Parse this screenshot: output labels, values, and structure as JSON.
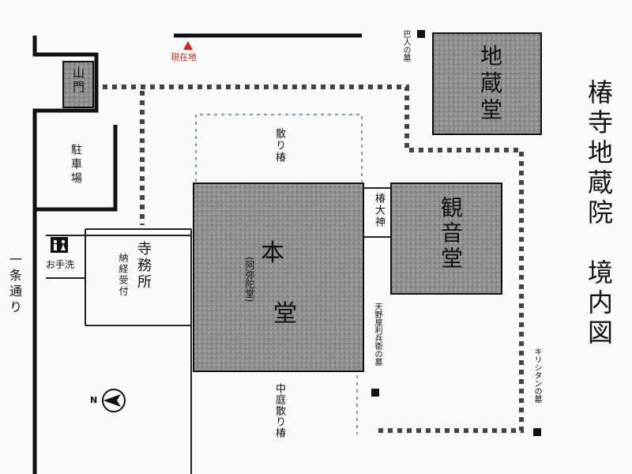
{
  "title": "椿寺地蔵院　境内図",
  "current_location": "現在地",
  "buildings": {
    "sanmon": "山門",
    "jizodo": "地蔵堂",
    "kannondo": "観音堂",
    "hondo": "本堂",
    "hondo_sub": "(阿弥陀堂)",
    "tsubaki_okami": "椿大神",
    "jimusho": "寺務所",
    "jimusho_sub": "納経受付"
  },
  "places": {
    "parking": "駐車場",
    "street": "一条通り",
    "restroom": "お手洗",
    "chiri_tsubaki": "散り椿",
    "nakaniwa": "中庭散り椿"
  },
  "graves": {
    "tomoe": "巴人の墓",
    "amano": "天野屋利兵衛の墓",
    "kirishitan": "キリシタンの墓"
  },
  "compass": {
    "north": "N"
  },
  "colors": {
    "building_fill": "#8d8d8d",
    "current_marker": "#d42020",
    "tree_marker": "#5a7a9a"
  }
}
